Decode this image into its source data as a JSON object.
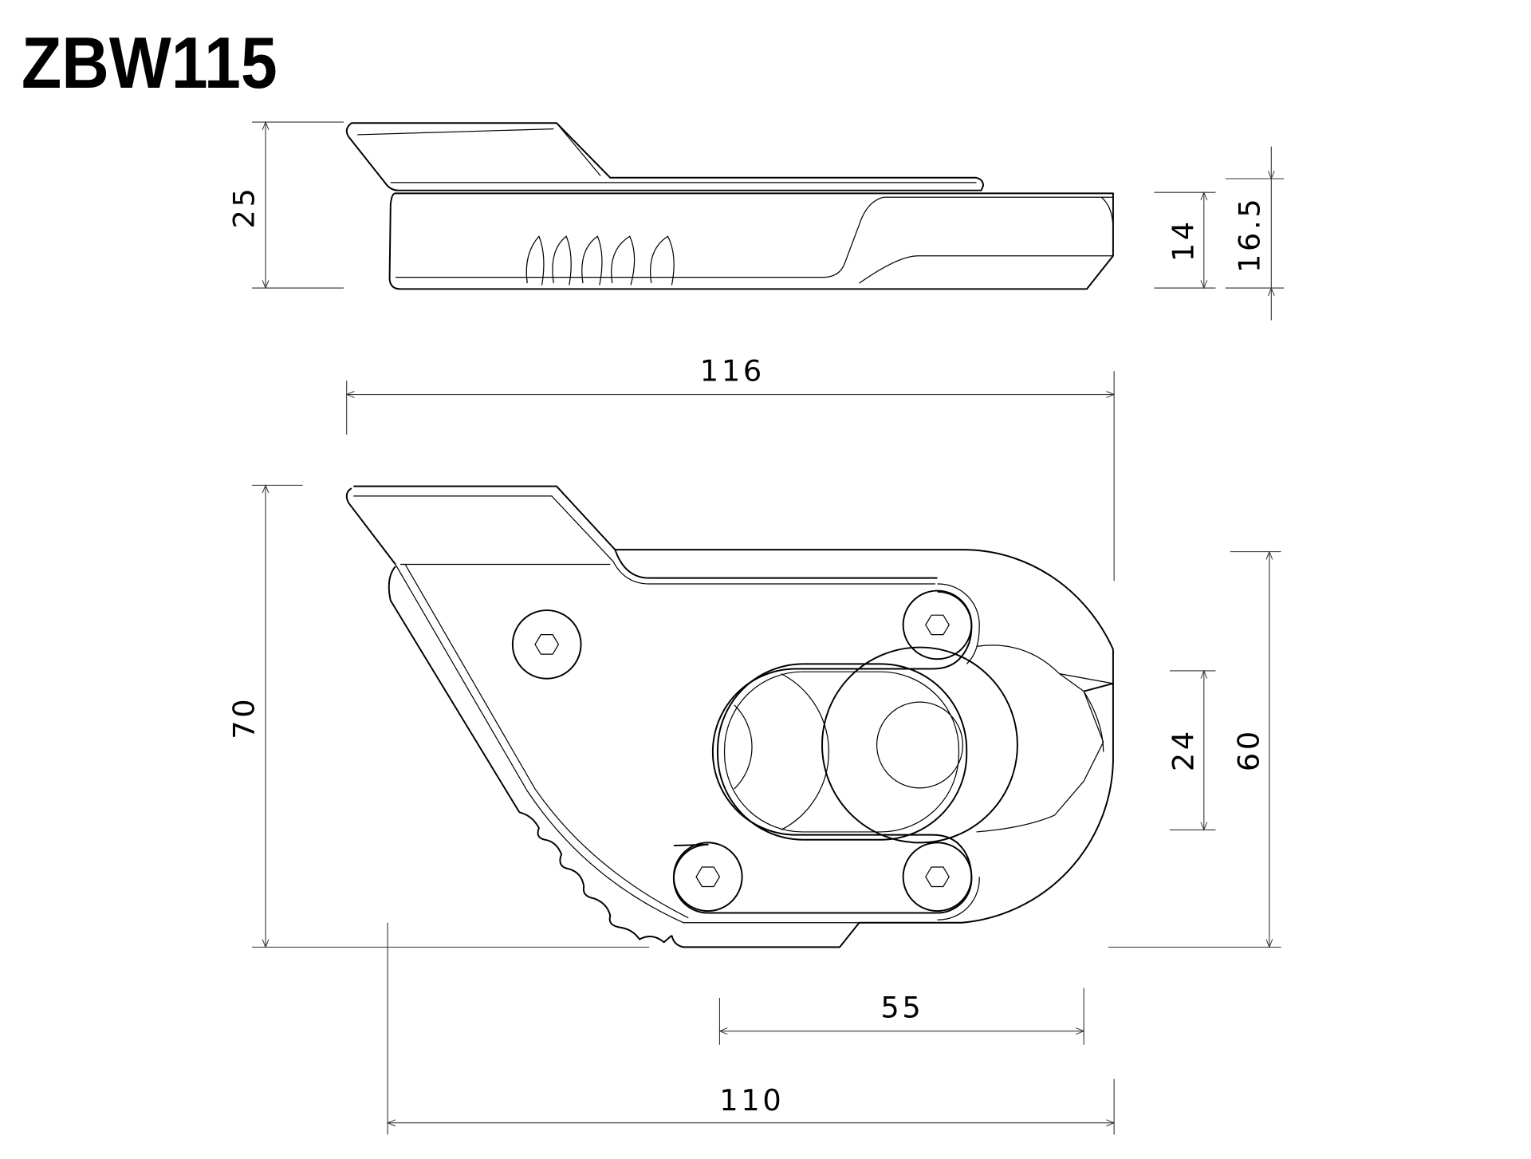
{
  "title": "ZBW115",
  "dimensions": {
    "side_height": "25",
    "side_body_height": "14",
    "side_total_right": "16.5",
    "overall_width": "116",
    "front_height": "70",
    "front_right_height": "60",
    "slot_height": "24",
    "slot_width": "55",
    "base_width": "110"
  },
  "colors": {
    "line": "#000000",
    "background": "#ffffff"
  }
}
